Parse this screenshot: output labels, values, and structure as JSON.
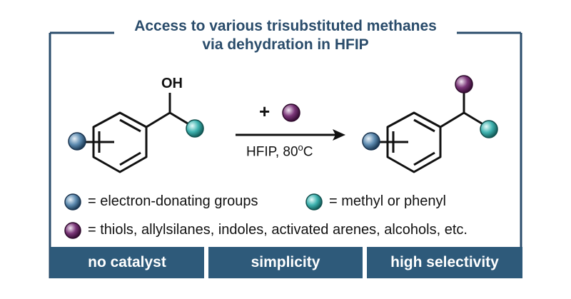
{
  "title": {
    "line1": "Access to various trisubstituted methanes",
    "line2": "via dehydration in HFIP"
  },
  "reaction": {
    "plus_sign": "+",
    "hydroxyl_label": "OH",
    "conditions_text": "HFIP, 80",
    "conditions_superscript": "o",
    "conditions_unit": "C"
  },
  "legend": {
    "blue": "= electron-donating groups",
    "teal": "= methyl or phenyl",
    "purple": "= thiols, allylsilanes, indoles, activated arenes, alcohols, etc."
  },
  "features": [
    "no catalyst",
    "simplicity",
    "high selectivity"
  ],
  "colors": {
    "frame": "#2a4c6b",
    "bar": "#2e5a7a",
    "blue_sphere": "#4f7fa6",
    "teal_sphere": "#3aa7a4",
    "purple_sphere": "#6d2a6a"
  }
}
